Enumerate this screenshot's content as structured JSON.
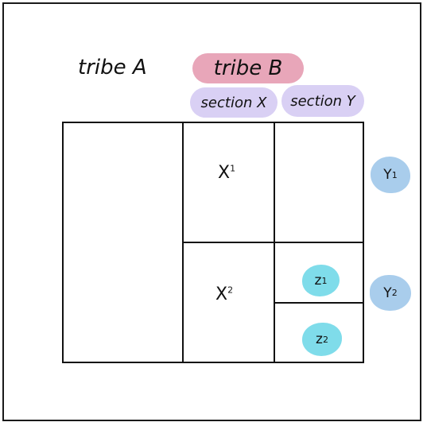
{
  "headers": {
    "tribe_a": "tribe A",
    "tribe_b": "tribe B",
    "section_x": "section X",
    "section_y": "section Y"
  },
  "cells": {
    "x1": "X",
    "x1_sup": "1",
    "x2": "X",
    "x2_sup": "2"
  },
  "tags": {
    "z1": "z",
    "z1_sup": "1",
    "z2": "z",
    "z2_sup": "2",
    "y1": "Y",
    "y1_sup": "1",
    "y2": "Y",
    "y2_sup": "2"
  },
  "colors": {
    "tribe_b_pill": "#e8a6b9",
    "section_pill": "#d9d0f4",
    "z_blob": "#7fdcea",
    "y_blob": "#a9cdec"
  }
}
